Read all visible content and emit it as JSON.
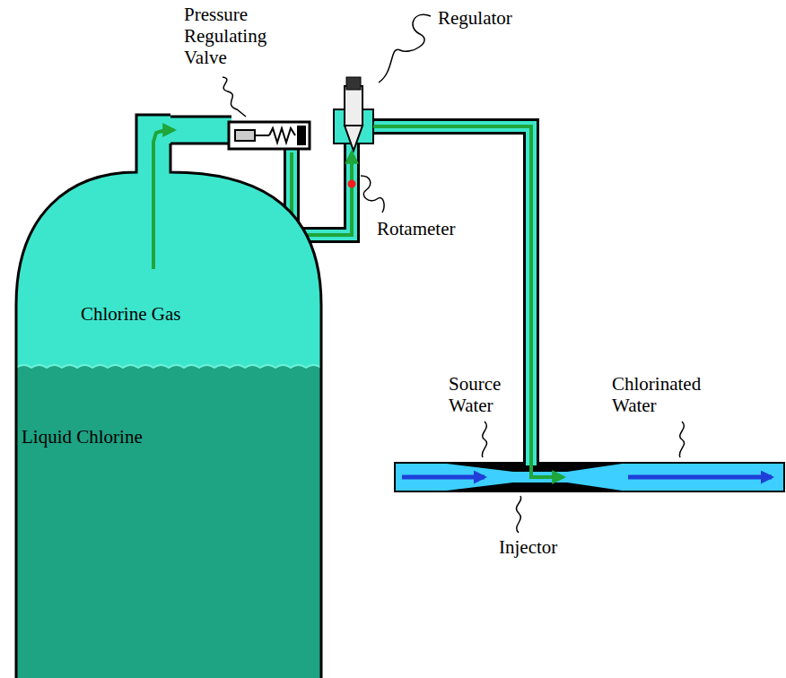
{
  "diagram": {
    "nodes": [
      {
        "text": [
          "Chlorine Gas",
          "Liquid Chlorine"
        ]
      }
    ],
    "labels": [
      "Pressure Regulating Valve",
      "Regulator",
      "Rotameter",
      "Source Water",
      "Chlorinated Water",
      "Injector"
    ]
  }
}
